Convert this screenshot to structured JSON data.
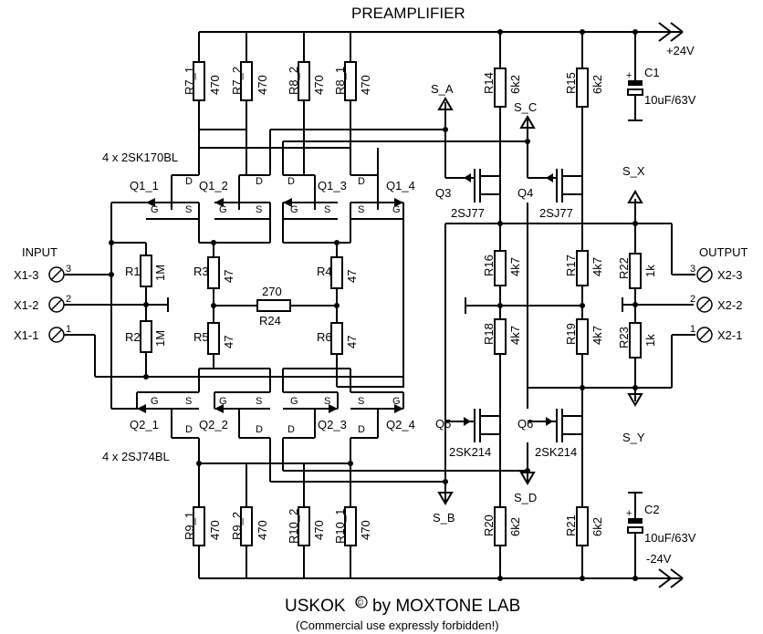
{
  "title": "PREAMPLIFIER",
  "supply": {
    "pos": "+24V",
    "neg": "-24V"
  },
  "top_fets_label": "4 x 2SK170BL",
  "bottom_fets_label": "4 x 2SJ74BL",
  "input": {
    "title": "INPUT",
    "x13": "X1-3",
    "x12": "X1-2",
    "x11": "X1-1",
    "p3": "3",
    "p2": "2",
    "p1": "1"
  },
  "output": {
    "title": "OUTPUT",
    "x23": "X2-3",
    "x22": "X2-2",
    "x21": "X2-1",
    "p3": "3",
    "p2": "2",
    "p1": "1"
  },
  "top_res": [
    {
      "ref": "R7_1",
      "val": "470"
    },
    {
      "ref": "R7_2",
      "val": "470"
    },
    {
      "ref": "R8_2",
      "val": "470"
    },
    {
      "ref": "R8_1",
      "val": "470"
    }
  ],
  "bot_res": [
    {
      "ref": "R9_1",
      "val": "470"
    },
    {
      "ref": "R9_2",
      "val": "470"
    },
    {
      "ref": "R10_2",
      "val": "470"
    },
    {
      "ref": "R10_1",
      "val": "470"
    }
  ],
  "r1": {
    "ref": "R1",
    "val": "1M"
  },
  "r2": {
    "ref": "R2",
    "val": "1M"
  },
  "r3": {
    "ref": "R3",
    "val": "47"
  },
  "r4": {
    "ref": "R4",
    "val": "47"
  },
  "r5": {
    "ref": "R5",
    "val": "47"
  },
  "r6": {
    "ref": "R6",
    "val": "47"
  },
  "r24": {
    "ref": "R24",
    "val": "270"
  },
  "r14": {
    "ref": "R14",
    "val": "6k2"
  },
  "r15": {
    "ref": "R15",
    "val": "6k2"
  },
  "r16": {
    "ref": "R16",
    "val": "4k7"
  },
  "r17": {
    "ref": "R17",
    "val": "4k7"
  },
  "r18": {
    "ref": "R18",
    "val": "4k7"
  },
  "r19": {
    "ref": "R19",
    "val": "4k7"
  },
  "r20": {
    "ref": "R20",
    "val": "6k2"
  },
  "r21": {
    "ref": "R21",
    "val": "6k2"
  },
  "r22": {
    "ref": "R22",
    "val": "1k"
  },
  "r23": {
    "ref": "R23",
    "val": "1k"
  },
  "c1": {
    "ref": "C1",
    "val": "10uF/63V",
    "plus": "+"
  },
  "c2": {
    "ref": "C2",
    "val": "10uF/63V",
    "plus": "+"
  },
  "q_top": [
    {
      "ref": "Q1_1",
      "d": "D",
      "g": "G",
      "s": "S"
    },
    {
      "ref": "Q1_2",
      "d": "D",
      "g": "G",
      "s": "S"
    },
    {
      "ref": "Q1_3",
      "d": "D",
      "g": "G",
      "s": "S"
    },
    {
      "ref": "Q1_4",
      "d": "D",
      "g": "G",
      "s": "S"
    }
  ],
  "q_bot": [
    {
      "ref": "Q2_1",
      "d": "D",
      "g": "G",
      "s": "S"
    },
    {
      "ref": "Q2_2",
      "d": "D",
      "g": "G",
      "s": "S"
    },
    {
      "ref": "Q2_3",
      "d": "D",
      "g": "G",
      "s": "S"
    },
    {
      "ref": "Q2_4",
      "d": "D",
      "g": "G",
      "s": "S"
    }
  ],
  "q3": {
    "ref": "Q3",
    "type": "2SJ77"
  },
  "q4": {
    "ref": "Q4",
    "type": "2SJ77"
  },
  "q5": {
    "ref": "Q5",
    "type": "2SK214"
  },
  "q6": {
    "ref": "Q6",
    "type": "2SK214"
  },
  "signals": {
    "sa": "S_A",
    "sb": "S_B",
    "sc": "S_C",
    "sd": "S_D",
    "sx": "S_X",
    "sy": "S_Y"
  },
  "footer": {
    "brand": "USKOK",
    "copy": "©",
    "by": "by MOXTONE LAB",
    "note": "(Commercial use expressly forbidden!)"
  }
}
